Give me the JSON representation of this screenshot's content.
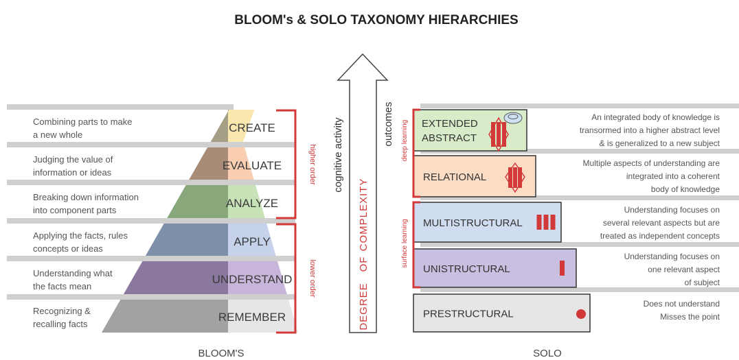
{
  "title": "BLOOM's & SOLO TAXONOMY HIERARCHIES",
  "blooms": {
    "footer": "BLOOM'S",
    "order_labels": {
      "higher": "higher order",
      "lower": "lower order"
    },
    "levels": [
      {
        "label": "CREATE",
        "description": [
          "Combining parts to make",
          "a new whole"
        ],
        "color": "#f9e7ae",
        "wedge": "#a59f85"
      },
      {
        "label": "EVALUATE",
        "description": [
          "Judging the value of",
          "information or ideas"
        ],
        "color": "#f8cdb0",
        "wedge": "#a88c78"
      },
      {
        "label": "ANALYZE",
        "description": [
          "Breaking down information",
          "into component parts"
        ],
        "color": "#c8e2b8",
        "wedge": "#88a87c"
      },
      {
        "label": "APPLY",
        "description": [
          "Applying the facts, rules",
          "concepts or ideas"
        ],
        "color": "#c5d2ea",
        "wedge": "#7e8fa9"
      },
      {
        "label": "UNDERSTAND",
        "description": [
          "Understanding what",
          "the facts mean"
        ],
        "color": "#c8b6da",
        "wedge": "#8a789e"
      },
      {
        "label": "REMEMBER",
        "description": [
          "Recognizing &",
          "recalling facts"
        ],
        "color": "#e6e6e6",
        "wedge": "#a2a2a2"
      }
    ]
  },
  "center": {
    "arrow_label": "cognitive activity",
    "complexity_words": [
      "DEGREE",
      "OF",
      "COMPLEXITY"
    ],
    "outcomes_label": "outcomes"
  },
  "solo": {
    "footer": "SOLO",
    "learning_labels": {
      "deep": "deep learning",
      "surface": "surface learning"
    },
    "levels": [
      {
        "label": [
          "EXTENDED",
          "ABSTRACT"
        ],
        "icon": "extended-abstract-icon",
        "color": "#d8ecc9",
        "description": [
          "An integrated body of knowledge is",
          "transormed into a higher abstract level",
          "& is generalized to a new subject"
        ]
      },
      {
        "label": [
          "RELATIONAL"
        ],
        "icon": "relational-icon",
        "color": "#fbdcc4",
        "description": [
          "Multiple aspects of understanding are",
          "integrated into a coherent",
          "body of knowledge"
        ]
      },
      {
        "label": [
          "MULTISTRUCTURAL"
        ],
        "icon": "multistructural-icon",
        "color": "#d0dcef",
        "description": [
          "Understanding focuses on",
          "several relevant aspects but are",
          "treated as independent concepts"
        ]
      },
      {
        "label": [
          "UNISTRUCTURAL"
        ],
        "icon": "unistructural-icon",
        "color": "#c9bfe0",
        "description": [
          "Understanding focuses on",
          "one relevant aspect",
          "of subject"
        ]
      },
      {
        "label": [
          "PRESTRUCTURAL"
        ],
        "icon": "prestructural-icon",
        "color": "#e6e6e6",
        "description": [
          "Does not understand",
          "Misses the point"
        ]
      }
    ]
  },
  "colors": {
    "accent_red": "#d23a3a",
    "band_gray": "#cfcfcf",
    "text": "#555555",
    "title": "#222222"
  }
}
